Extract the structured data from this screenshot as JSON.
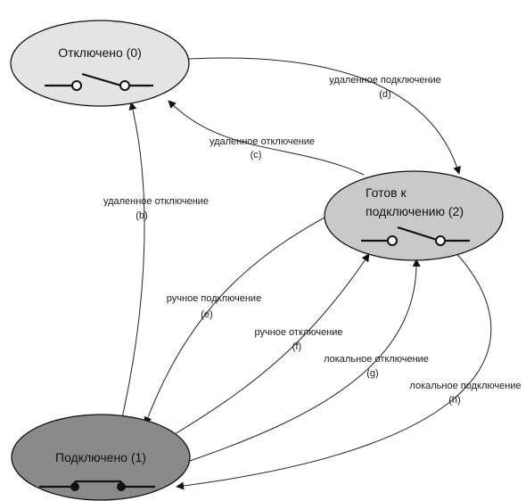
{
  "colors": {
    "state_off": "#e4e4e4",
    "state_ready": "#c9c9c9",
    "state_connected": "#8a8a8a",
    "line": "#222222"
  },
  "states": {
    "disconnected": {
      "label": "Отключено (0)",
      "switch_icon": "open-switch-icon"
    },
    "ready": {
      "label_line1": "Готов к",
      "label_line2": "подключению (2)",
      "switch_icon": "open-switch-icon"
    },
    "connected": {
      "label": "Подключено (1)",
      "switch_icon": "closed-switch-icon"
    }
  },
  "transitions": {
    "b": {
      "text": "удаленное отключение",
      "letter": "(b)"
    },
    "c": {
      "text": "удаленное отключение",
      "letter": "(c)"
    },
    "d": {
      "text": "удаленное подключение",
      "letter": "(d)"
    },
    "e": {
      "text": "ручное подключение",
      "letter": "(e)"
    },
    "f": {
      "text": "ручное отключение",
      "letter": "(f)"
    },
    "g": {
      "text": "локальное отключение",
      "letter": "(g)"
    },
    "h": {
      "text": "локальное подключение",
      "letter": "(h)"
    }
  }
}
